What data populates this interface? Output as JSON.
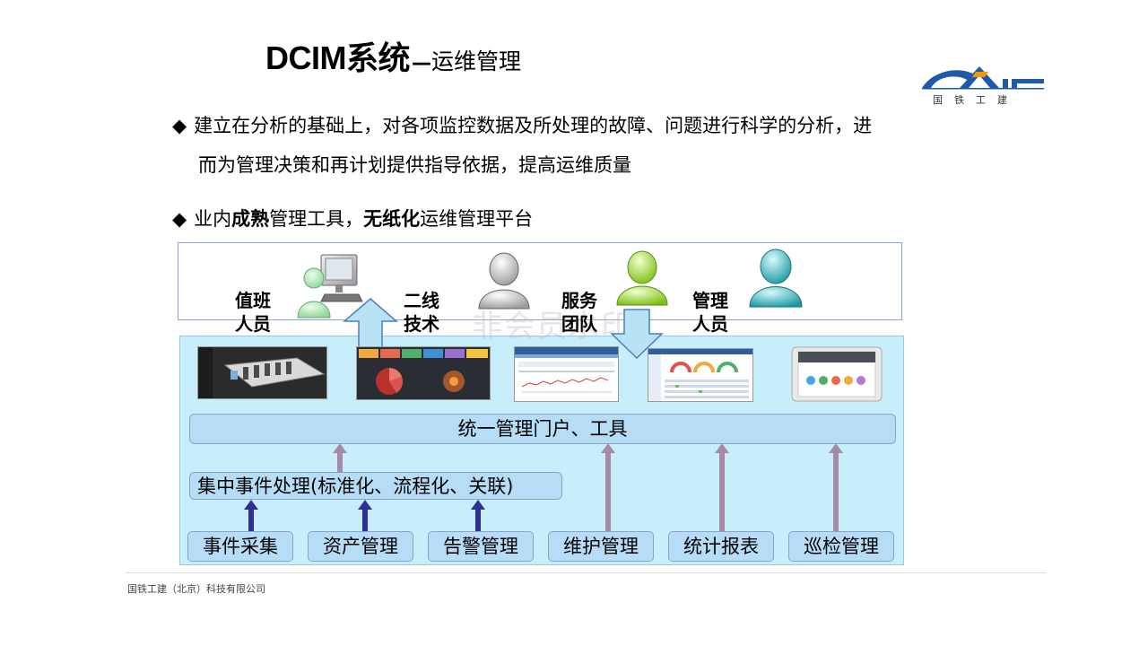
{
  "title": {
    "main": "DCIM系统",
    "dash": "—",
    "sub": "运维管理"
  },
  "logo": {
    "text": "国铁工建"
  },
  "bullets": {
    "b1_line1": "建立在分析的基础上，对各项监控数据及所处理的故障、问题进行科学的分析，进",
    "b1_line2": "而为管理决策和再计划提供指导依据，提高运维质量",
    "b2_p1": "业内",
    "b2_bold1": "成熟",
    "b2_p2": "管理工具，",
    "b2_bold2": "无纸化",
    "b2_p3": "运维管理平台",
    "marker": "◆"
  },
  "roles": {
    "duty": [
      "值班",
      "人员"
    ],
    "second": [
      "二线",
      "技术"
    ],
    "service": [
      "服务",
      "团队"
    ],
    "manager": [
      "管理",
      "人员"
    ]
  },
  "watermark": "非会员水印",
  "portal": "统一管理门户、工具",
  "event_center": "集中事件处理(标准化、流程化、关联)",
  "modules": [
    "事件采集",
    "资产管理",
    "告警管理",
    "维护管理",
    "统计报表",
    "巡检管理"
  ],
  "footer": "国铁工建（北京）科技有限公司",
  "colors": {
    "diagram_bg": "#c8eefb",
    "box_fill": "#b6dcf6",
    "dark_arrow": "#2e3192",
    "light_arrow": "#a58aa9",
    "logo_blue": "#1f5aa8",
    "logo_orange": "#f39800"
  }
}
